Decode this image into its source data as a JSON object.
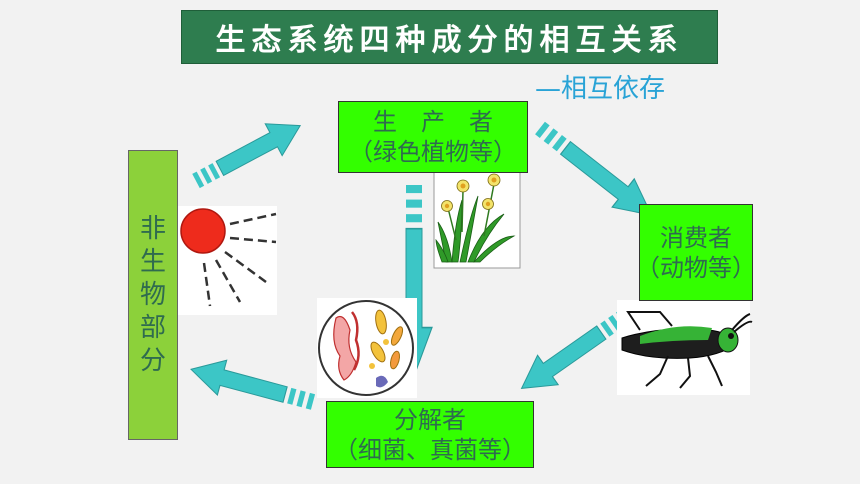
{
  "title": "生态系统四种成分的相互关系",
  "subtitle": "—相互依存",
  "producer": {
    "line1": "生　产　者",
    "line2": "（绿色植物等）"
  },
  "consumer": {
    "line1": "消费者",
    "line2": "（动物等）"
  },
  "decomposer": {
    "line1": "分解者",
    "line2": "（细菌、真菌等）"
  },
  "abiotic": {
    "chars": [
      "非",
      "生",
      "物",
      "部",
      "分"
    ]
  },
  "images": {
    "sun": "sun-icon",
    "plant": "daffodil-plant-icon",
    "insect": "grasshopper-icon",
    "bacteria": "bacteria-icon"
  },
  "colors": {
    "title_bg": "#2e7d4f",
    "box": "#33ff00",
    "abiotic_box": "#8cd13a",
    "arrow": "#3cc6c6",
    "subtitle": "#29a3d6"
  }
}
